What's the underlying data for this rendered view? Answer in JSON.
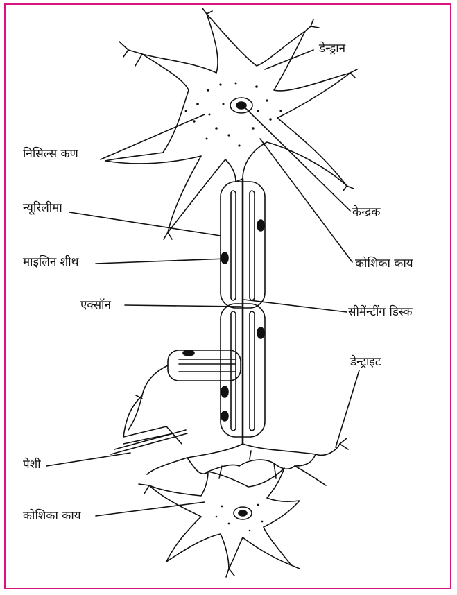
{
  "frame": {
    "border_color": "#d6157e",
    "background": "#ffffff",
    "ink": "#111111"
  },
  "labels": {
    "dendron": "डेन्ड्रान",
    "nissl": "निसिल्स कण",
    "nucleus": "केन्द्रक",
    "neurilemma": "न्यूरिलीमा",
    "cell_body_top": "कोशिका काय",
    "myelin": "माइलिन शीथ",
    "axon": "एक्सॉन",
    "cementing": "सीमेंन्टींग डिस्क",
    "dendrite": "डेन्ट्राइट",
    "muscle": "पेशी",
    "cell_body_bottom": "कोशिका काय"
  }
}
